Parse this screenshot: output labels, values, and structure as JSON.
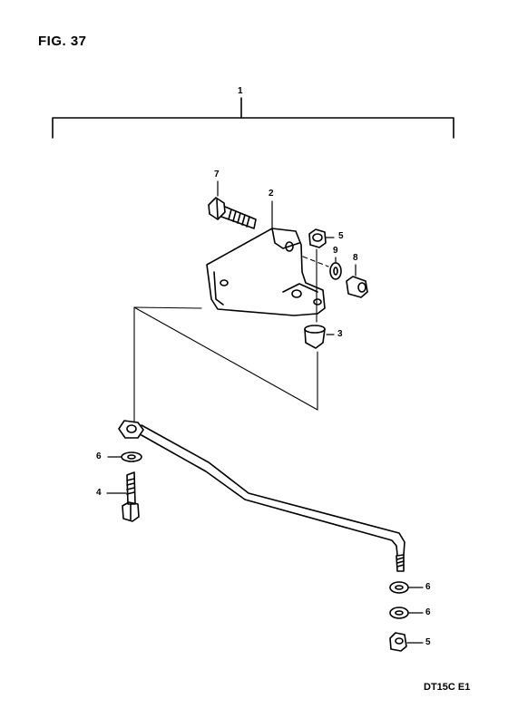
{
  "figure": {
    "title": "FIG. 37",
    "model_code": "DT15C E1"
  },
  "callouts": {
    "assembly": "1",
    "bracket": "2",
    "collar": "3",
    "rod_bolt": "4",
    "nut_top": "5",
    "nut_bottom": "5",
    "washer_left": "6",
    "washer_bottom_1": "6",
    "washer_bottom_2": "6",
    "bracket_bolt": "7",
    "nut_side": "8",
    "spring_washer": "9"
  }
}
